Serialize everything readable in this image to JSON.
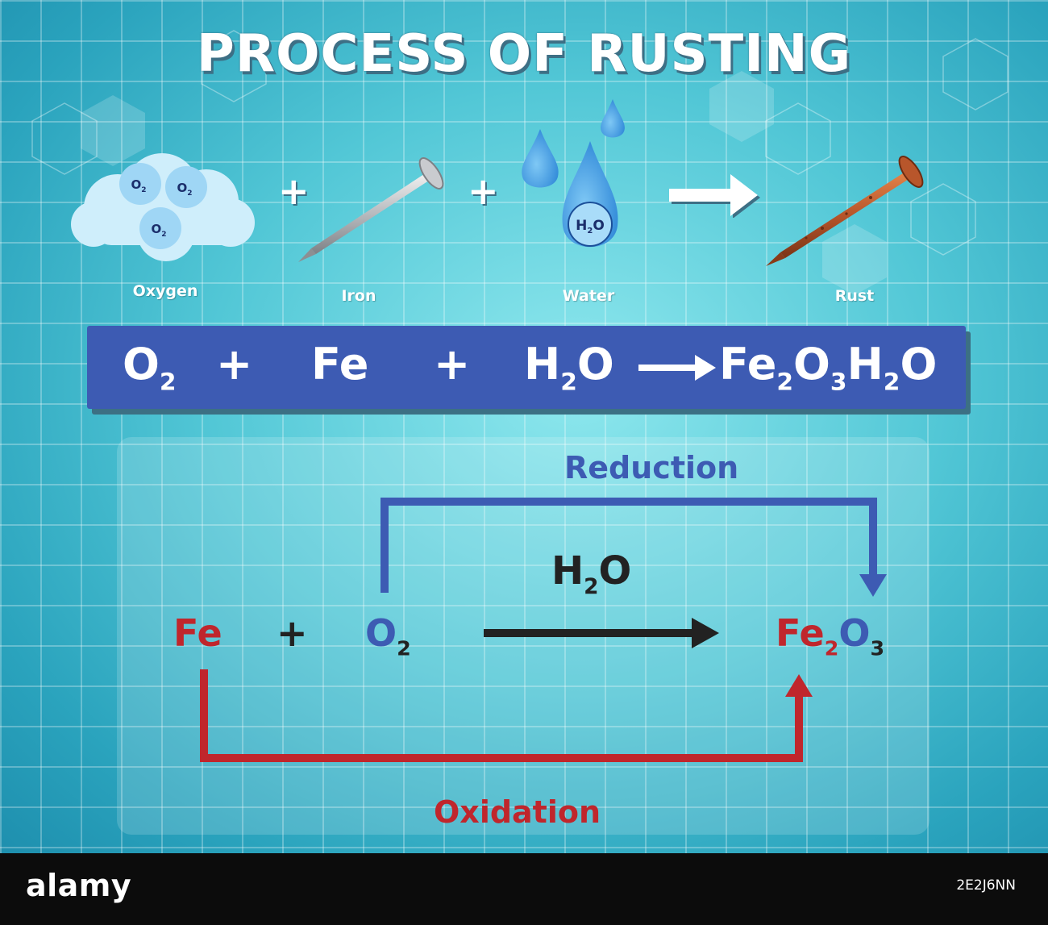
{
  "title": "PROCESS OF RUSTING",
  "reactants": {
    "oxygen": {
      "label": "Oxygen",
      "molecule": "O",
      "subscript": "2"
    },
    "iron": {
      "label": "Iron"
    },
    "water": {
      "label": "Water",
      "molecule_h": "H",
      "subscript": "2",
      "molecule_o": "O"
    },
    "rust": {
      "label": "Rust"
    },
    "plus": "+"
  },
  "equation": {
    "o2": "O",
    "o2_sub": "2",
    "plus": "+",
    "fe": "Fe",
    "h2o_h": "H",
    "h2o_sub": "2",
    "h2o_o": "O",
    "product_fe": "Fe",
    "product_fe_sub": "2",
    "product_o": "O",
    "product_o_sub": "3",
    "product_h": "H",
    "product_h_sub": "2",
    "product_h_o": "O"
  },
  "redox": {
    "reduction_label": "Reduction",
    "oxidation_label": "Oxidation",
    "fe": "Fe",
    "plus": "+",
    "o2": "O",
    "o2_sub": "2",
    "catalyst_h": "H",
    "catalyst_sub": "2",
    "catalyst_o": "O",
    "product_fe": "Fe",
    "product_fe_sub": "2",
    "product_o": "O",
    "product_o_sub": "3"
  },
  "footer": {
    "logo": "alamy",
    "image_id": "2E2J6NN"
  },
  "colors": {
    "reduction": "#3d5bb3",
    "oxidation": "#c0262c",
    "banner": "#3d5bb3"
  }
}
